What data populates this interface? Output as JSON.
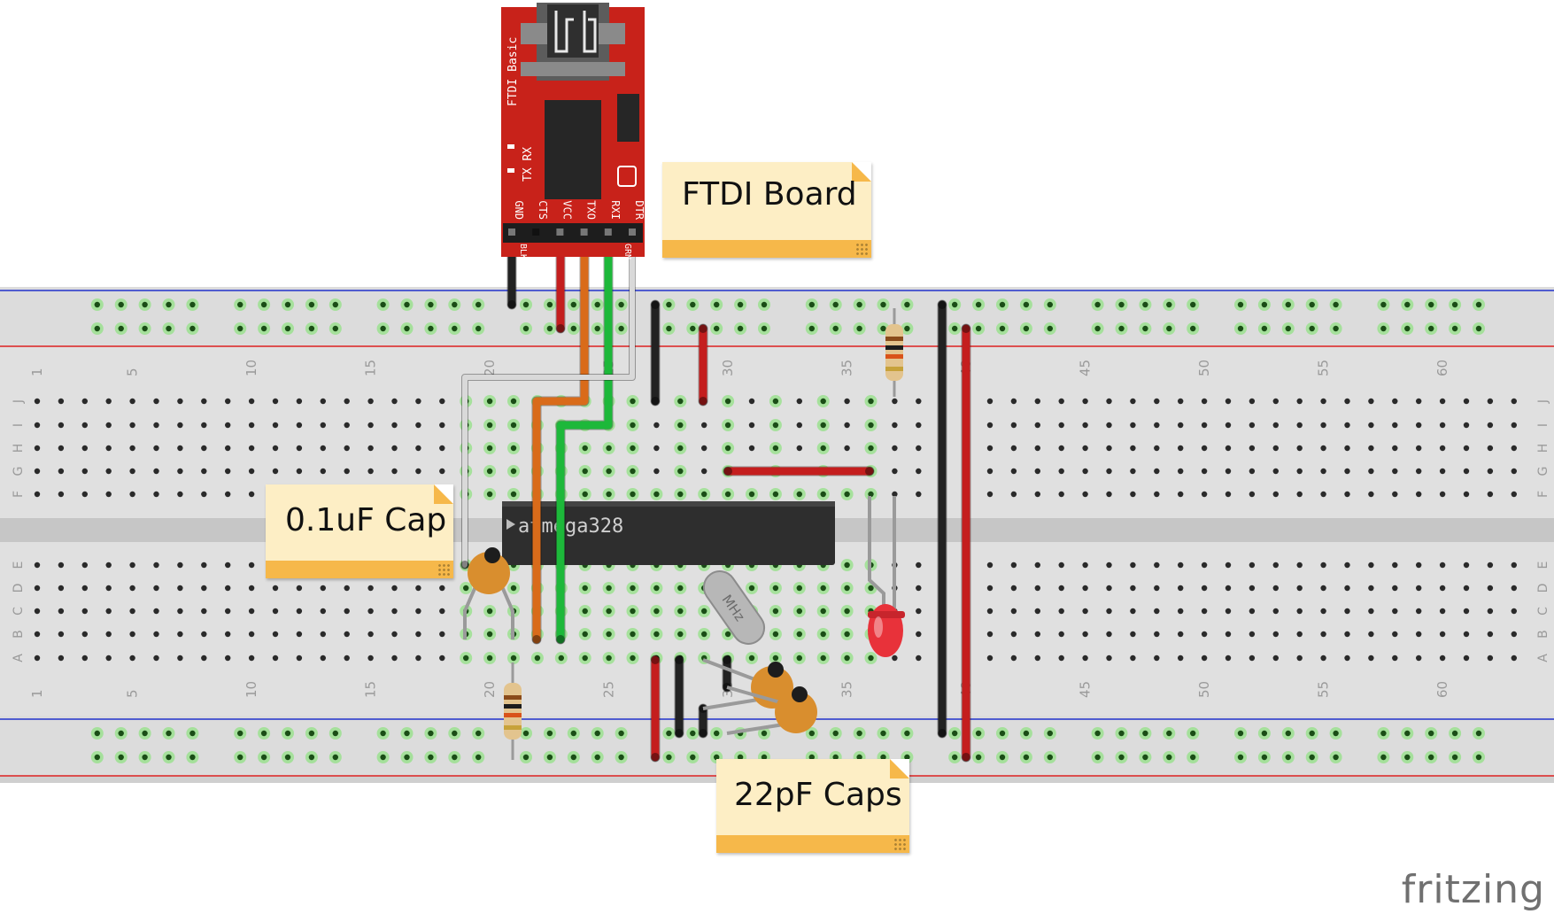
{
  "notes": {
    "ftdi": "FTDI Board",
    "cap01": "0.1uF Cap",
    "caps22": "22pF Caps"
  },
  "brand": "fritzing",
  "ftdi_board": {
    "name": "FTDI Basic",
    "leds": "TX RX",
    "pins": [
      "GND",
      "CTS",
      "VCC",
      "TXO",
      "RXI",
      "DTR"
    ],
    "bottom_left": "BLK",
    "bottom_right": "GRN"
  },
  "chip": {
    "label": "atmega328"
  },
  "crystal": {
    "label": "MHz"
  },
  "breadboard": {
    "column_numbers": [
      "1",
      "5",
      "10",
      "15",
      "20",
      "25",
      "30",
      "35",
      "40",
      "45",
      "50",
      "55",
      "60"
    ],
    "top_rows": [
      "J",
      "I",
      "H",
      "G",
      "F"
    ],
    "bottom_rows": [
      "E",
      "D",
      "C",
      "B",
      "A"
    ]
  },
  "colors": {
    "board": "#cfcfcf",
    "wire_red": "#c41e1e",
    "wire_black": "#222222",
    "wire_orange": "#d96b1a",
    "wire_green": "#1db83a",
    "wire_white": "#d9d9d9",
    "ftdi_red": "#c8221a",
    "note": "#fdeec5",
    "note_bar": "#f6b84a"
  }
}
